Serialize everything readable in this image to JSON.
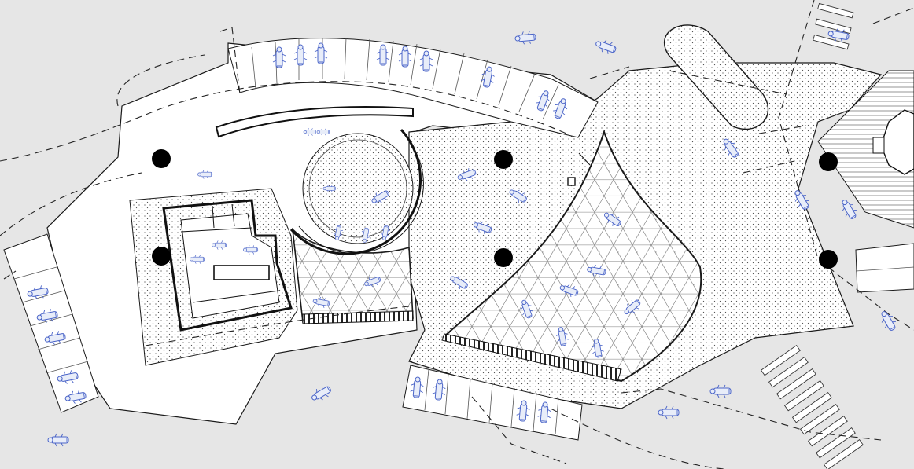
{
  "drawing": {
    "colors": {
      "background": "#e6e6e6",
      "slab": "#ffffff",
      "linework": "#1a1a1a",
      "dashed_boundary": "#222222",
      "figures": "#4a64c8",
      "columns": "#000000"
    },
    "hatches": [
      "dot-stipple",
      "triangular-grid",
      "horizontal-lines",
      "stairs"
    ],
    "column_count": 6,
    "figure_icon": "person-and-car-figure-icon"
  }
}
